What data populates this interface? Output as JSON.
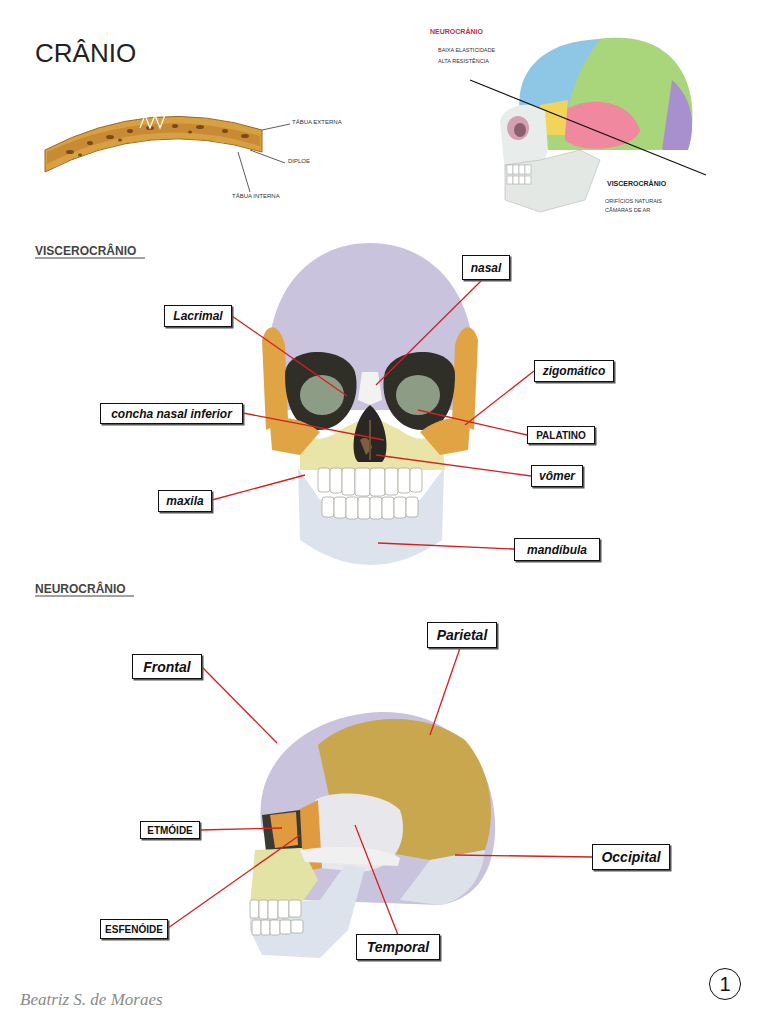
{
  "diagram": {
    "title": "CRÂNIO",
    "nodes": [
      {
        "text": [
          "nasal"
        ]
      },
      {
        "text": [
          "Lacrimal"
        ]
      },
      {
        "text": [
          "zigomático"
        ]
      },
      {
        "text": [
          "concha nasal inferior"
        ]
      },
      {
        "text": [
          "PALATINO"
        ]
      },
      {
        "text": [
          "vômer"
        ]
      },
      {
        "text": [
          "maxila"
        ]
      },
      {
        "text": [
          "mandíbula"
        ]
      },
      {
        "text": [
          "Parietal"
        ]
      },
      {
        "text": [
          "Frontal"
        ]
      },
      {
        "text": [
          "ETMÓIDE"
        ]
      },
      {
        "text": [
          "Occipital"
        ]
      },
      {
        "text": [
          "ESFENÓIDE"
        ]
      },
      {
        "text": [
          "Temporal"
        ]
      },
      {
        "text": [
          "1"
        ]
      }
    ],
    "labels": [
      "TÁBUA EXTERNA",
      "DIPLOE",
      "TÁBUA INTERNA",
      "NEUROCRÂNIO",
      "BAIXA ELASTICIDADE",
      "ALTA RESISTÊNCIA",
      "VISCEROCRÂNIO",
      "ORIFÍCIOS NATURAIS",
      "CÂMARAS DE AR",
      "VISCEROCRÂNIO",
      "NEUROCRÂNIO",
      "Beatriz S. de Moraes"
    ]
  }
}
